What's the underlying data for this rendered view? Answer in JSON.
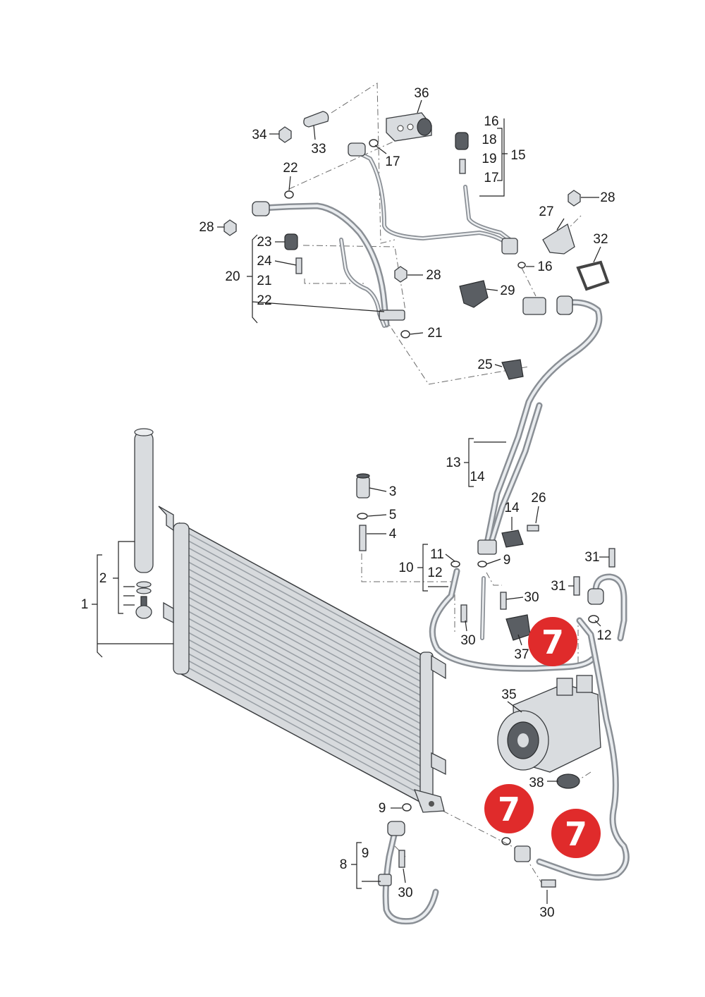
{
  "labels": {
    "l36": "36",
    "l16a": "16",
    "l18": "18",
    "l19": "19",
    "l15": "15",
    "l17a": "17",
    "l34": "34",
    "l33": "33",
    "l17b": "17",
    "l22a": "22",
    "l28a": "28",
    "l27": "27",
    "l28b": "28",
    "l32": "32",
    "l23": "23",
    "l24": "24",
    "l20": "20",
    "l21a": "21",
    "l22b": "22",
    "l28c": "28",
    "l16b": "16",
    "l29": "29",
    "l21b": "21",
    "l25": "25",
    "l13": "13",
    "l14a": "14",
    "l3": "3",
    "l5": "5",
    "l4": "4",
    "l14b": "14",
    "l26": "26",
    "l2": "2",
    "l1": "1",
    "l11": "11",
    "l10": "10",
    "l12a": "12",
    "l9a": "9",
    "l31a": "31",
    "l31b": "31",
    "l30a": "30",
    "l30b": "30",
    "l12b": "12",
    "l37": "37",
    "l35": "35",
    "l38": "38",
    "l9b": "9",
    "l8": "8",
    "l9c": "9",
    "l30c": "30",
    "l30d": "30"
  },
  "badges": [
    "7",
    "7",
    "7"
  ],
  "colors": {
    "badge": "#e02b2b",
    "metal": "#d9dcdf",
    "hose": "#8a8f95"
  }
}
